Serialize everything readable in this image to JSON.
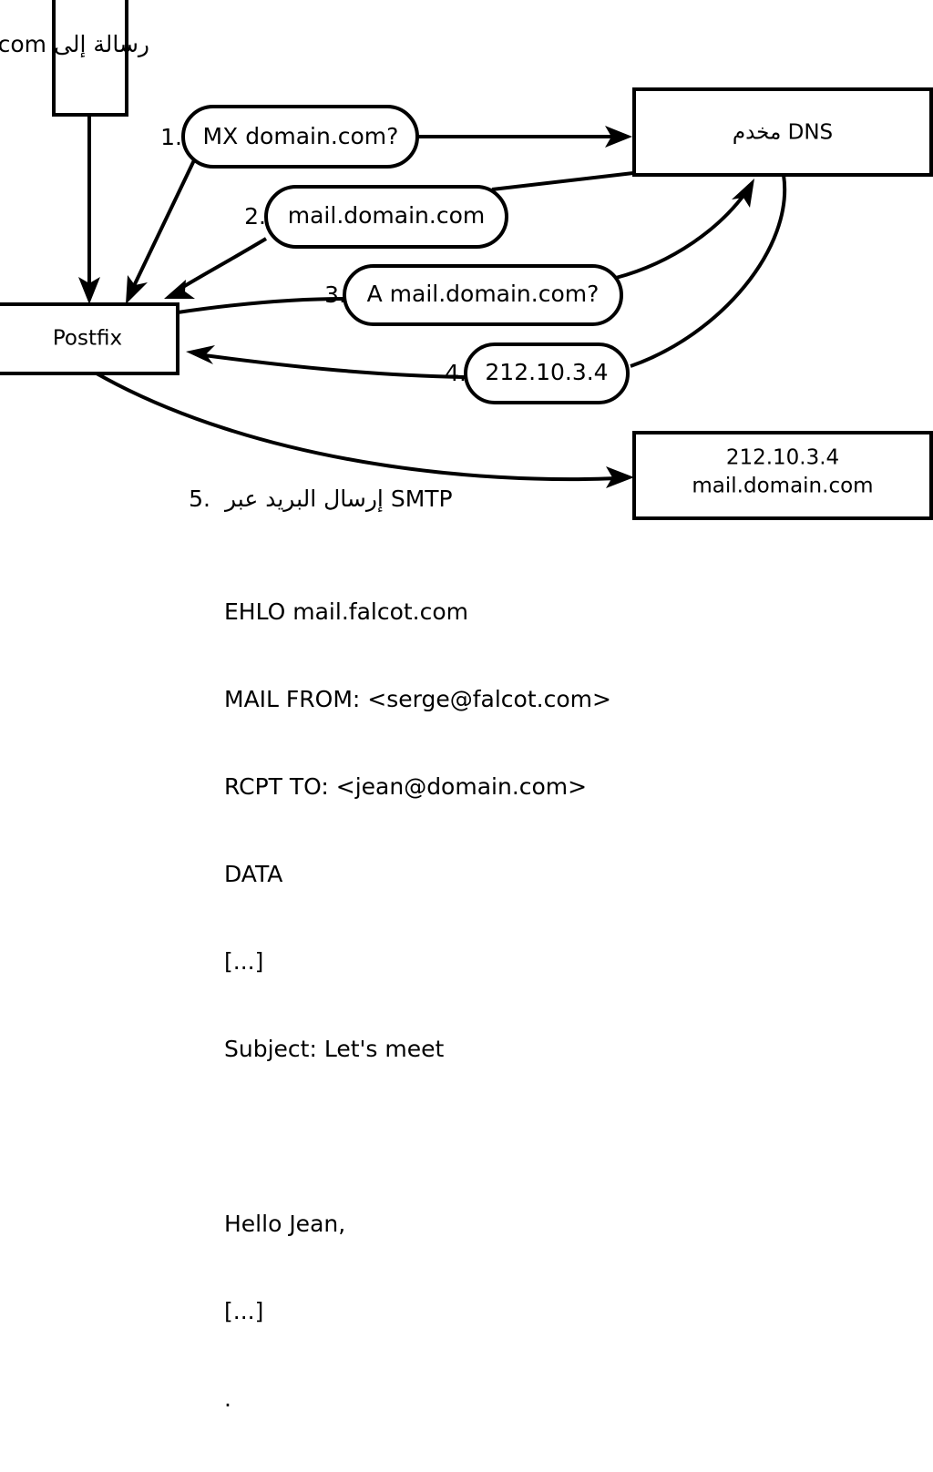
{
  "diagram": {
    "title_note": "رسالة إلى jean@domain.com",
    "nodes": {
      "mua": {
        "label": ""
      },
      "postfix": {
        "label": "Postfix"
      },
      "dns": {
        "label": "مخدم DNS"
      },
      "mailserver": {
        "line1": "212.10.3.4",
        "line2": "mail.domain.com"
      }
    },
    "steps": [
      {
        "num": "1.",
        "label": "MX domain.com?"
      },
      {
        "num": "2.",
        "label": "mail.domain.com"
      },
      {
        "num": "3.",
        "label": "A mail.domain.com?"
      },
      {
        "num": "4.",
        "label": "212.10.3.4"
      }
    ],
    "step5": {
      "num": "5.",
      "label": "إرسال البريد عبر SMTP"
    },
    "transcript": [
      "EHLO mail.falcot.com",
      "MAIL FROM: <serge@falcot.com>",
      "RCPT TO: <jean@domain.com>",
      "DATA",
      "[...]",
      "Subject: Let's meet",
      "",
      "Hello Jean,",
      "[...]",
      "."
    ],
    "colors": {
      "stroke": "#000000",
      "background": "#ffffff"
    }
  }
}
